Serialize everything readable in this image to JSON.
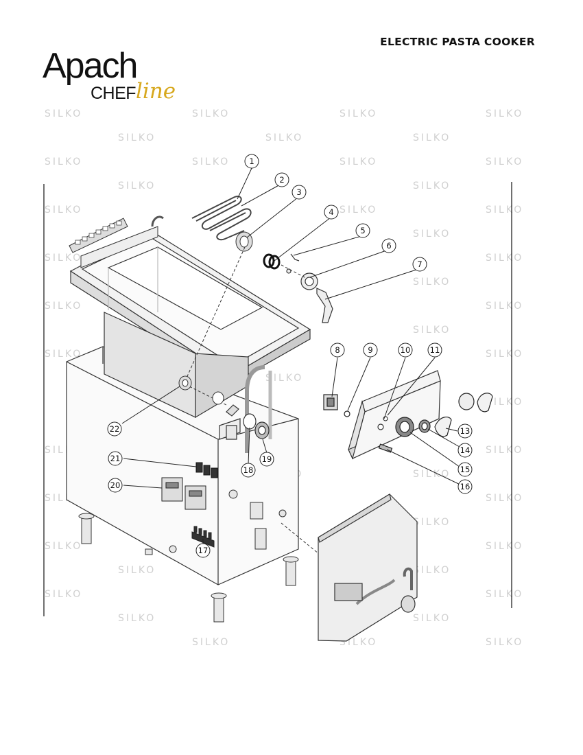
{
  "header": {
    "title": "ELECTRIC PASTA COOKER"
  },
  "logo": {
    "brand": "Apach",
    "sub": "CHEF",
    "script": "line"
  },
  "watermark": {
    "text": "SILKO"
  },
  "callouts": [
    "1",
    "2",
    "3",
    "4",
    "5",
    "6",
    "7",
    "8",
    "9",
    "10",
    "11",
    "13",
    "14",
    "15",
    "16",
    "17",
    "18",
    "19",
    "20",
    "21",
    "22"
  ]
}
